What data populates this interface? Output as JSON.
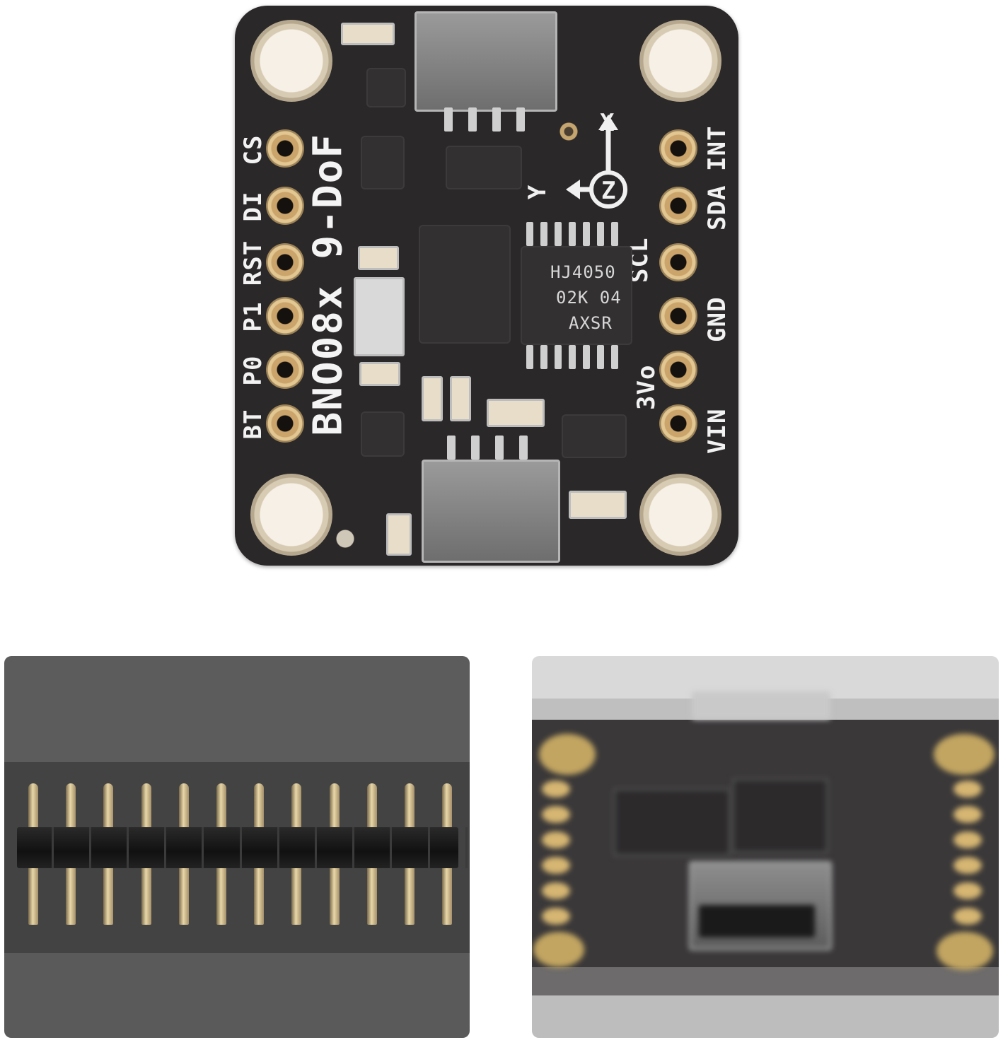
{
  "board": {
    "title": "BNO08x 9-DoF",
    "left_pins": [
      "CS",
      "DI",
      "RST",
      "P1",
      "P0",
      "BT"
    ],
    "right_pins": [
      "INT",
      "SDA",
      "SCL",
      "GND",
      "3Vo",
      "VIN"
    ],
    "chip_marking": [
      "HJ4050",
      "02K 04",
      "AXSR"
    ],
    "axes": {
      "x": "X",
      "y": "Y",
      "z": "Z"
    }
  },
  "colors": {
    "pcb": "#2b2829",
    "silkscreen": "#f2f2f2",
    "gold": "#caa46a",
    "header_background": "#434343"
  },
  "header_strip": {
    "pin_count": 12
  }
}
